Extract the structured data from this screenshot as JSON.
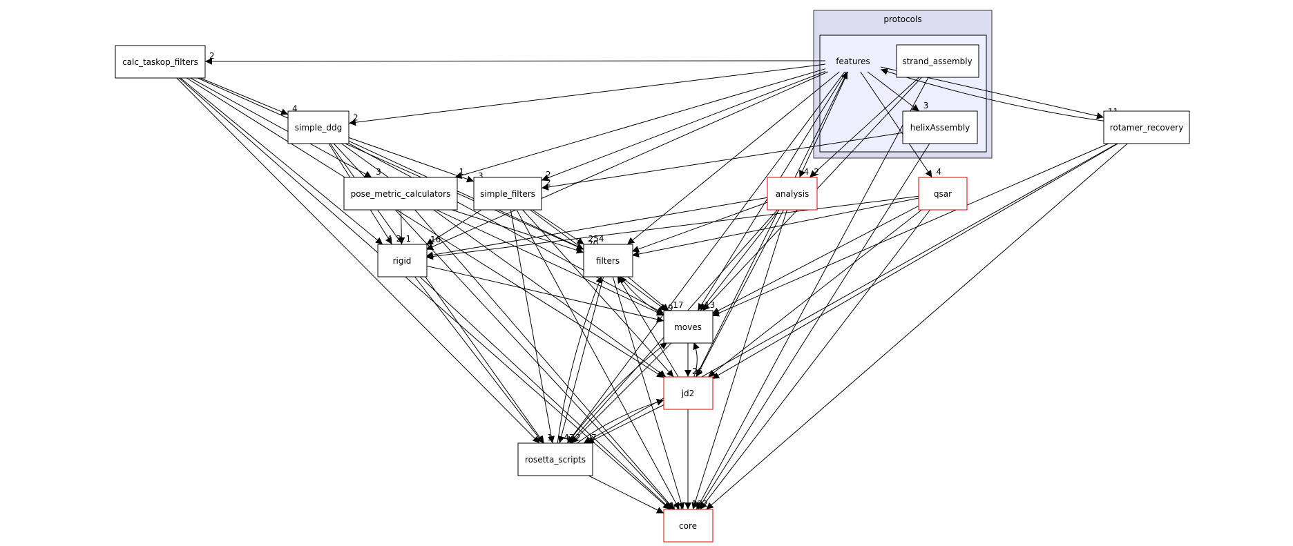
{
  "diagram": {
    "clusters": [
      {
        "id": "protocols",
        "label": "protocols",
        "fill": "#dcdcf0",
        "stroke": "#333333"
      },
      {
        "id": "features_cluster",
        "label": "",
        "fill": "#eeeeff",
        "stroke": "#000000"
      }
    ],
    "nodes": [
      {
        "id": "calc_taskop_filters",
        "label": "calc_taskop_filters",
        "style": "plain"
      },
      {
        "id": "features",
        "label": "features",
        "style": "folder"
      },
      {
        "id": "strand_assembly",
        "label": "strand_assembly",
        "style": "plain"
      },
      {
        "id": "helixAssembly",
        "label": "helixAssembly",
        "style": "plain"
      },
      {
        "id": "rotamer_recovery",
        "label": "rotamer_recovery",
        "style": "plain"
      },
      {
        "id": "simple_ddg",
        "label": "simple_ddg",
        "style": "plain"
      },
      {
        "id": "pose_metric_calculators",
        "label": "pose_metric_calculators",
        "style": "plain"
      },
      {
        "id": "simple_filters",
        "label": "simple_filters",
        "style": "plain"
      },
      {
        "id": "analysis",
        "label": "analysis",
        "style": "red"
      },
      {
        "id": "qsar",
        "label": "qsar",
        "style": "red"
      },
      {
        "id": "rigid",
        "label": "rigid",
        "style": "plain"
      },
      {
        "id": "filters",
        "label": "filters",
        "style": "plain"
      },
      {
        "id": "moves",
        "label": "moves",
        "style": "plain"
      },
      {
        "id": "jd2",
        "label": "jd2",
        "style": "red"
      },
      {
        "id": "rosetta_scripts",
        "label": "rosetta_scripts",
        "style": "plain"
      },
      {
        "id": "core",
        "label": "core",
        "style": "red"
      }
    ],
    "edges": [
      {
        "from": "features",
        "to": "calc_taskop_filters",
        "label": "2"
      },
      {
        "from": "calc_taskop_filters",
        "to": "simple_ddg",
        "label": "4"
      },
      {
        "from": "calc_taskop_filters",
        "to": "pose_metric_calculators",
        "label": "3"
      },
      {
        "from": "calc_taskop_filters",
        "to": "rigid",
        "label": "4"
      },
      {
        "from": "calc_taskop_filters",
        "to": "filters",
        "label": ""
      },
      {
        "from": "calc_taskop_filters",
        "to": "jd2",
        "label": ""
      },
      {
        "from": "calc_taskop_filters",
        "to": "rosetta_scripts",
        "label": ""
      },
      {
        "from": "calc_taskop_filters",
        "to": "core",
        "label": ""
      },
      {
        "from": "features",
        "to": "simple_ddg",
        "label": "2"
      },
      {
        "from": "features",
        "to": "pose_metric_calculators",
        "label": "1"
      },
      {
        "from": "features",
        "to": "simple_filters",
        "label": "2"
      },
      {
        "from": "features",
        "to": "analysis",
        "label": "4"
      },
      {
        "from": "features",
        "to": "helixAssembly",
        "label": "3"
      },
      {
        "from": "features",
        "to": "qsar",
        "label": "4"
      },
      {
        "from": "features",
        "to": "rotamer_recovery",
        "label": "11"
      },
      {
        "from": "features",
        "to": "filters",
        "label": ""
      },
      {
        "from": "features",
        "to": "moves",
        "label": ""
      },
      {
        "from": "features",
        "to": "rigid",
        "label": ""
      },
      {
        "from": "features",
        "to": "rosetta_scripts",
        "label": ""
      },
      {
        "from": "strand_assembly",
        "to": "analysis",
        "label": "2"
      },
      {
        "from": "strand_assembly",
        "to": "moves",
        "label": ""
      },
      {
        "from": "strand_assembly",
        "to": "core",
        "label": ""
      },
      {
        "from": "helixAssembly",
        "to": "simple_filters",
        "label": "2"
      },
      {
        "from": "helixAssembly",
        "to": "core",
        "label": ""
      },
      {
        "from": "rotamer_recovery",
        "to": "features",
        "label": ""
      },
      {
        "from": "rotamer_recovery",
        "to": "moves",
        "label": ""
      },
      {
        "from": "rotamer_recovery",
        "to": "jd2",
        "label": ""
      },
      {
        "from": "rotamer_recovery",
        "to": "rosetta_scripts",
        "label": "1"
      },
      {
        "from": "rotamer_recovery",
        "to": "core",
        "label": ""
      },
      {
        "from": "simple_ddg",
        "to": "simple_filters",
        "label": "3"
      },
      {
        "from": "simple_ddg",
        "to": "rigid",
        "label": "2"
      },
      {
        "from": "simple_ddg",
        "to": "filters",
        "label": "20"
      },
      {
        "from": "simple_ddg",
        "to": "moves",
        "label": "9"
      },
      {
        "from": "simple_ddg",
        "to": "jd2",
        "label": ""
      },
      {
        "from": "simple_ddg",
        "to": "rosetta_scripts",
        "label": ""
      },
      {
        "from": "simple_ddg",
        "to": "core",
        "label": ""
      },
      {
        "from": "pose_metric_calculators",
        "to": "rigid",
        "label": "1"
      },
      {
        "from": "pose_metric_calculators",
        "to": "filters",
        "label": ""
      },
      {
        "from": "pose_metric_calculators",
        "to": "moves",
        "label": ""
      },
      {
        "from": "pose_metric_calculators",
        "to": "core",
        "label": ""
      },
      {
        "from": "simple_filters",
        "to": "rigid",
        "label": "16"
      },
      {
        "from": "simple_filters",
        "to": "filters",
        "label": "254"
      },
      {
        "from": "simple_filters",
        "to": "moves",
        "label": ""
      },
      {
        "from": "simple_filters",
        "to": "jd2",
        "label": ""
      },
      {
        "from": "simple_filters",
        "to": "rosetta_scripts",
        "label": ""
      },
      {
        "from": "simple_filters",
        "to": "core",
        "label": ""
      },
      {
        "from": "analysis",
        "to": "rigid",
        "label": ""
      },
      {
        "from": "analysis",
        "to": "filters",
        "label": ""
      },
      {
        "from": "analysis",
        "to": "moves",
        "label": "13"
      },
      {
        "from": "analysis",
        "to": "jd2",
        "label": ""
      },
      {
        "from": "analysis",
        "to": "rosetta_scripts",
        "label": ""
      },
      {
        "from": "analysis",
        "to": "core",
        "label": ""
      },
      {
        "from": "qsar",
        "to": "rigid",
        "label": ""
      },
      {
        "from": "qsar",
        "to": "filters",
        "label": ""
      },
      {
        "from": "qsar",
        "to": "moves",
        "label": ""
      },
      {
        "from": "qsar",
        "to": "jd2",
        "label": ""
      },
      {
        "from": "qsar",
        "to": "core",
        "label": ""
      },
      {
        "from": "rigid",
        "to": "moves",
        "label": ""
      },
      {
        "from": "rigid",
        "to": "rosetta_scripts",
        "label": "1"
      },
      {
        "from": "rigid",
        "to": "core",
        "label": ""
      },
      {
        "from": "filters",
        "to": "moves",
        "label": "17"
      },
      {
        "from": "filters",
        "to": "rosetta_scripts",
        "label": "47"
      },
      {
        "from": "filters",
        "to": "core",
        "label": ""
      },
      {
        "from": "moves",
        "to": "filters",
        "label": "1"
      },
      {
        "from": "moves",
        "to": "jd2",
        "label": "26"
      },
      {
        "from": "moves",
        "to": "rosetta_scripts",
        "label": "2"
      },
      {
        "from": "moves",
        "to": "core",
        "label": "1"
      },
      {
        "from": "jd2",
        "to": "moves",
        "label": "1"
      },
      {
        "from": "jd2",
        "to": "filters",
        "label": ""
      },
      {
        "from": "jd2",
        "to": "rosetta_scripts",
        "label": "7"
      },
      {
        "from": "jd2",
        "to": "core",
        "label": "222"
      },
      {
        "from": "jd2",
        "to": "features",
        "label": ""
      },
      {
        "from": "rosetta_scripts",
        "to": "filters",
        "label": "3"
      },
      {
        "from": "rosetta_scripts",
        "to": "moves",
        "label": "29"
      },
      {
        "from": "rosetta_scripts",
        "to": "jd2",
        "label": "5"
      },
      {
        "from": "rosetta_scripts",
        "to": "core",
        "label": "101"
      }
    ]
  }
}
